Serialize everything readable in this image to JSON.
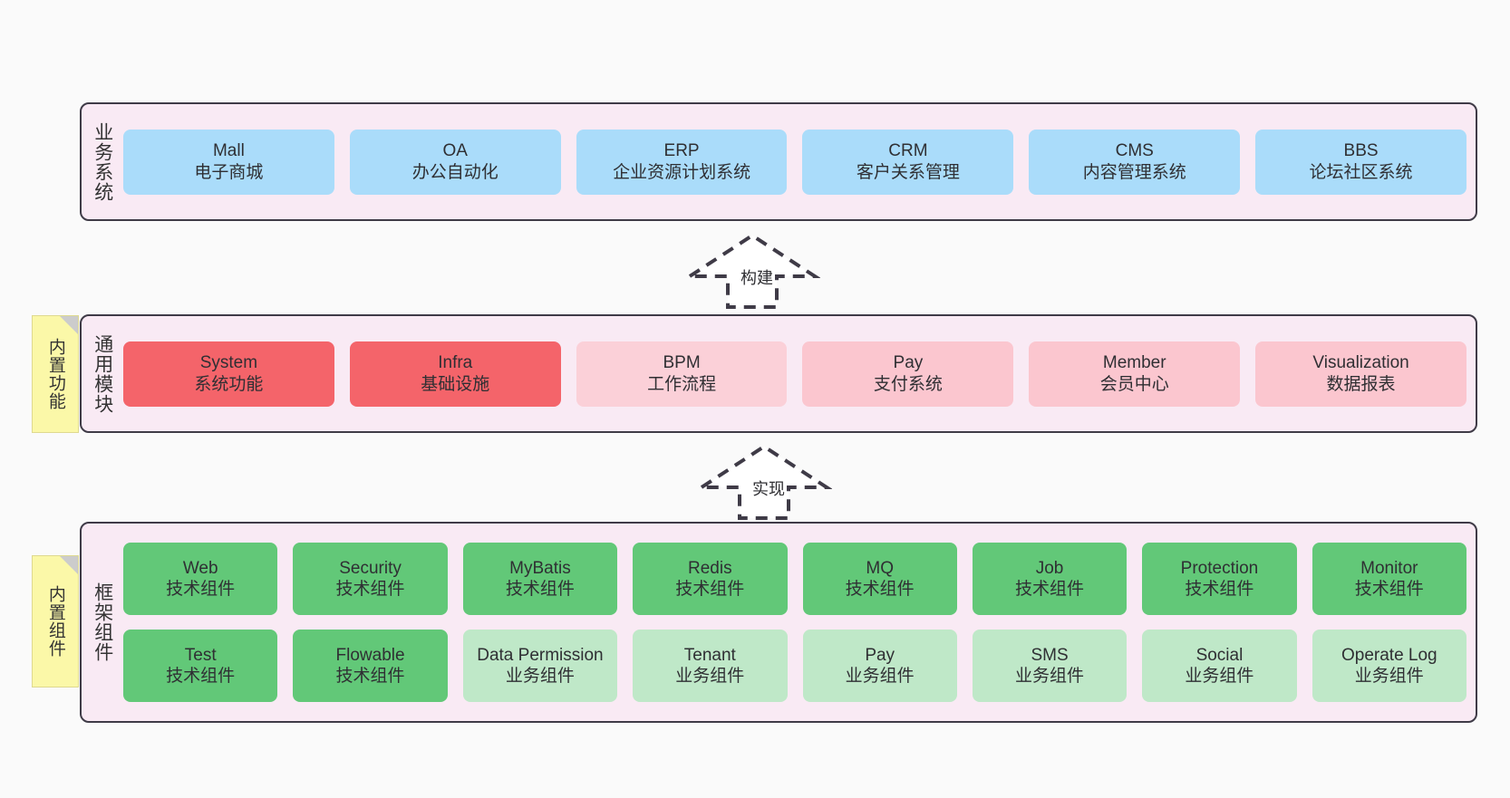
{
  "diagram": {
    "title_hidden": "",
    "background": "#fafafa",
    "layers": [
      {
        "id": "business",
        "title": "业务系统",
        "card_color": "#aadcfa",
        "rows": [
          [
            {
              "en": "Mall",
              "cn": "电子商城",
              "color": "#aadcfa"
            },
            {
              "en": "OA",
              "cn": "办公自动化",
              "color": "#aadcfa"
            },
            {
              "en": "ERP",
              "cn": "企业资源计划系统",
              "color": "#aadcfa"
            },
            {
              "en": "CRM",
              "cn": "客户关系管理",
              "color": "#aadcfa"
            },
            {
              "en": "CMS",
              "cn": "内容管理系统",
              "color": "#aadcfa"
            },
            {
              "en": "BBS",
              "cn": "论坛社区系统",
              "color": "#aadcfa"
            }
          ]
        ]
      },
      {
        "id": "modules",
        "title": "通用模块",
        "rows": [
          [
            {
              "en": "System",
              "cn": "系统功能",
              "color": "#f4646a"
            },
            {
              "en": "Infra",
              "cn": "基础设施",
              "color": "#f4646a"
            },
            {
              "en": "BPM",
              "cn": "工作流程",
              "color": "#fbd0d8"
            },
            {
              "en": "Pay",
              "cn": "支付系统",
              "color": "#fbc6cf"
            },
            {
              "en": "Member",
              "cn": "会员中心",
              "color": "#fbc6cf"
            },
            {
              "en": "Visualization",
              "cn": "数据报表",
              "color": "#fbc6cf"
            }
          ]
        ]
      },
      {
        "id": "framework",
        "title": "框架组件",
        "rows": [
          [
            {
              "en": "Web",
              "cn": "技术组件",
              "color": "#62c878"
            },
            {
              "en": "Security",
              "cn": "技术组件",
              "color": "#62c878"
            },
            {
              "en": "MyBatis",
              "cn": "技术组件",
              "color": "#62c878"
            },
            {
              "en": "Redis",
              "cn": "技术组件",
              "color": "#62c878"
            },
            {
              "en": "MQ",
              "cn": "技术组件",
              "color": "#62c878"
            },
            {
              "en": "Job",
              "cn": "技术组件",
              "color": "#62c878"
            },
            {
              "en": "Protection",
              "cn": "技术组件",
              "color": "#62c878"
            },
            {
              "en": "Monitor",
              "cn": "技术组件",
              "color": "#62c878"
            }
          ],
          [
            {
              "en": "Test",
              "cn": "技术组件",
              "color": "#62c878"
            },
            {
              "en": "Flowable",
              "cn": "技术组件",
              "color": "#62c878"
            },
            {
              "en": "Data Permission",
              "cn": "业务组件",
              "color": "#bfe8c8"
            },
            {
              "en": "Tenant",
              "cn": "业务组件",
              "color": "#bfe8c8"
            },
            {
              "en": "Pay",
              "cn": "业务组件",
              "color": "#bfe8c8"
            },
            {
              "en": "SMS",
              "cn": "业务组件",
              "color": "#bfe8c8"
            },
            {
              "en": "Social",
              "cn": "业务组件",
              "color": "#bfe8c8"
            },
            {
              "en": "Operate Log",
              "cn": "业务组件",
              "color": "#bfe8c8"
            }
          ]
        ]
      }
    ],
    "notes": [
      {
        "id": "builtin-func",
        "text": "内置功能",
        "color": "#fbf8a8"
      },
      {
        "id": "builtin-comp",
        "text": "内置组件",
        "color": "#fbf8a8"
      }
    ],
    "arrows": [
      {
        "id": "build",
        "label": "构建",
        "style": "dashed-block-arrow-up"
      },
      {
        "id": "impl",
        "label": "实现",
        "style": "dashed-block-arrow-up"
      }
    ]
  }
}
